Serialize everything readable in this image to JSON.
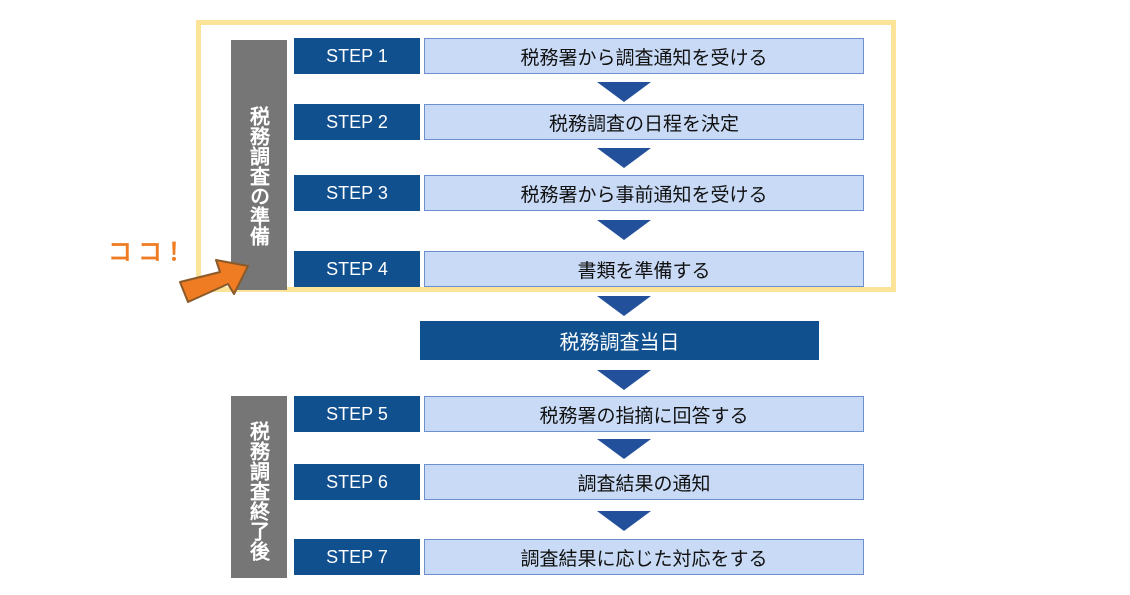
{
  "sections": {
    "preparation": "税務調査の準備",
    "after_audit": "税務調査終了後"
  },
  "audit_day": "税務調査当日",
  "callout": "ココ！",
  "steps": [
    {
      "label": "STEP 1",
      "text": "税務署から調査通知を受ける"
    },
    {
      "label": "STEP 2",
      "text": "税務調査の日程を決定"
    },
    {
      "label": "STEP 3",
      "text": "税務署から事前通知を受ける"
    },
    {
      "label": "STEP 4",
      "text": "書類を準備する"
    },
    {
      "label": "STEP 5",
      "text": "税務署の指摘に回答する"
    },
    {
      "label": "STEP 6",
      "text": "調査結果の通知"
    },
    {
      "label": "STEP 7",
      "text": "調査結果に応じた対応をする"
    }
  ],
  "colors": {
    "step_badge": "#10508f",
    "step_desc": "#c8daf5",
    "highlight": "#fbe39a",
    "side_label": "#767676",
    "callout": "#ef7b22"
  }
}
